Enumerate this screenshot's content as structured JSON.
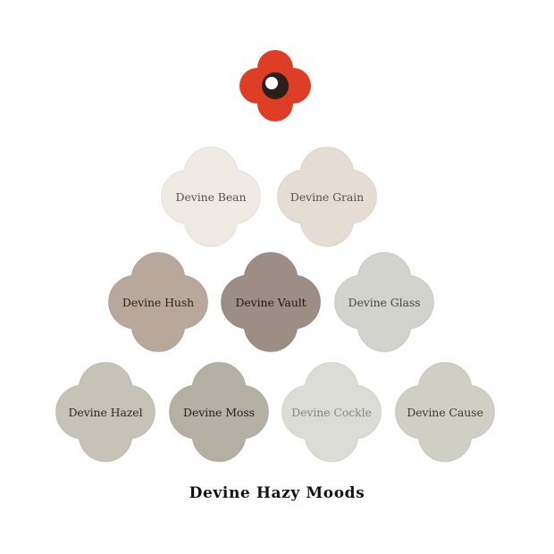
{
  "brand": {
    "logo_icon": "red-flower-logo-icon",
    "petal_color": "#dd3e25",
    "center_color": "#2a1f1a",
    "highlight_color": "#ffffff"
  },
  "swatch_icon": "quatrefoil-swatch-icon",
  "swatches": [
    {
      "name": "Devine Bean",
      "color": "#efeae4",
      "label_color": "#5a514a"
    },
    {
      "name": "Devine Grain",
      "color": "#e5ddd4",
      "label_color": "#5a514a"
    },
    {
      "name": "Devine Hush",
      "color": "#b8a89b",
      "label_color": "#2a241f"
    },
    {
      "name": "Devine Vault",
      "color": "#9c8e85",
      "label_color": "#1f1a17"
    },
    {
      "name": "Devine Glass",
      "color": "#d2d3cd",
      "label_color": "#4a4742"
    },
    {
      "name": "Devine Hazel",
      "color": "#c6c2b8",
      "label_color": "#2e2a26"
    },
    {
      "name": "Devine Moss",
      "color": "#b4b0a4",
      "label_color": "#25221e"
    },
    {
      "name": "Devine Cockle",
      "color": "#dcdcd6",
      "label_color": "#8a8580"
    },
    {
      "name": "Devine Cause",
      "color": "#cfcfc5",
      "label_color": "#3d3a35"
    }
  ],
  "palette_title": "Devine Hazy Moods"
}
